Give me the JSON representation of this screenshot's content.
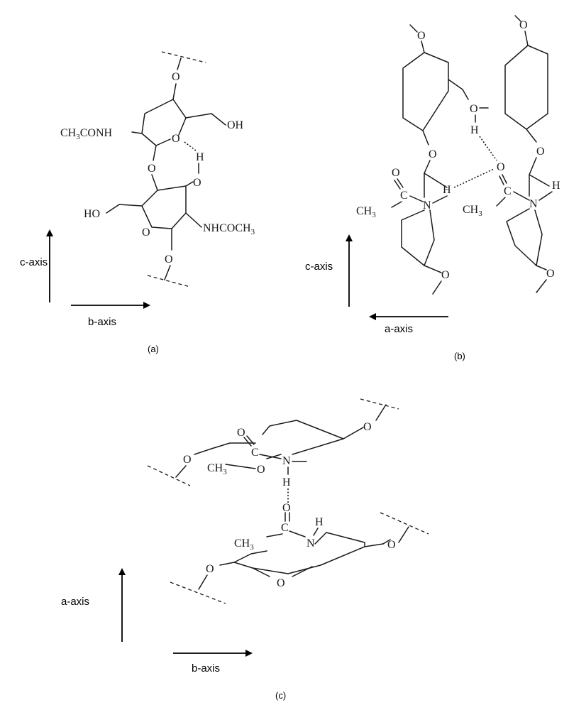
{
  "panels": {
    "a": {
      "label": "(a)",
      "axes": {
        "vertical": "c-axis",
        "horizontal": "b-axis"
      },
      "groups": {
        "top_o": "O",
        "ring1_o": "O",
        "ch2oh": "OH",
        "acetamido": "CH3CONH",
        "glyc_o": "O",
        "hbond_h": "H",
        "hbond_o": "O",
        "ho": "HO",
        "ring2_o": "O",
        "nhcoch3": "NHCOCH3",
        "bottom_o": "O"
      }
    },
    "b": {
      "label": "(b)",
      "axes": {
        "vertical": "c-axis",
        "horizontal": "a-axis"
      },
      "groups": {
        "o_top_left": "O",
        "o_top_right": "O",
        "oh_o": "O",
        "oh_h": "H",
        "o_link_left": "O",
        "o_link_right": "O",
        "co_o_left": "O",
        "co_c_left": "C",
        "co_o_right": "O",
        "co_c_right": "C",
        "n_left": "N",
        "h_left": "H",
        "n_right": "N",
        "h_right": "H",
        "ch3_left": "CH3",
        "ch3_right": "CH3",
        "o_bot_left": "O",
        "o_bot_right": "O"
      }
    },
    "c": {
      "label": "(c)",
      "axes": {
        "vertical": "a-axis",
        "horizontal": "b-axis"
      },
      "groups": {
        "top_co_o": "O",
        "top_c": "C",
        "top_n": "N",
        "top_ring_o": "O",
        "top_ch3": "CH3",
        "top_left_o": "O",
        "top_right_o": "O",
        "hbond_h": "H",
        "bot_co_o": "O",
        "bot_c": "C",
        "bot_h": "H",
        "bot_n": "N",
        "bot_ch3": "CH3",
        "bot_ring_o": "O",
        "bot_left_o": "O",
        "bot_right_o": "O"
      }
    }
  }
}
